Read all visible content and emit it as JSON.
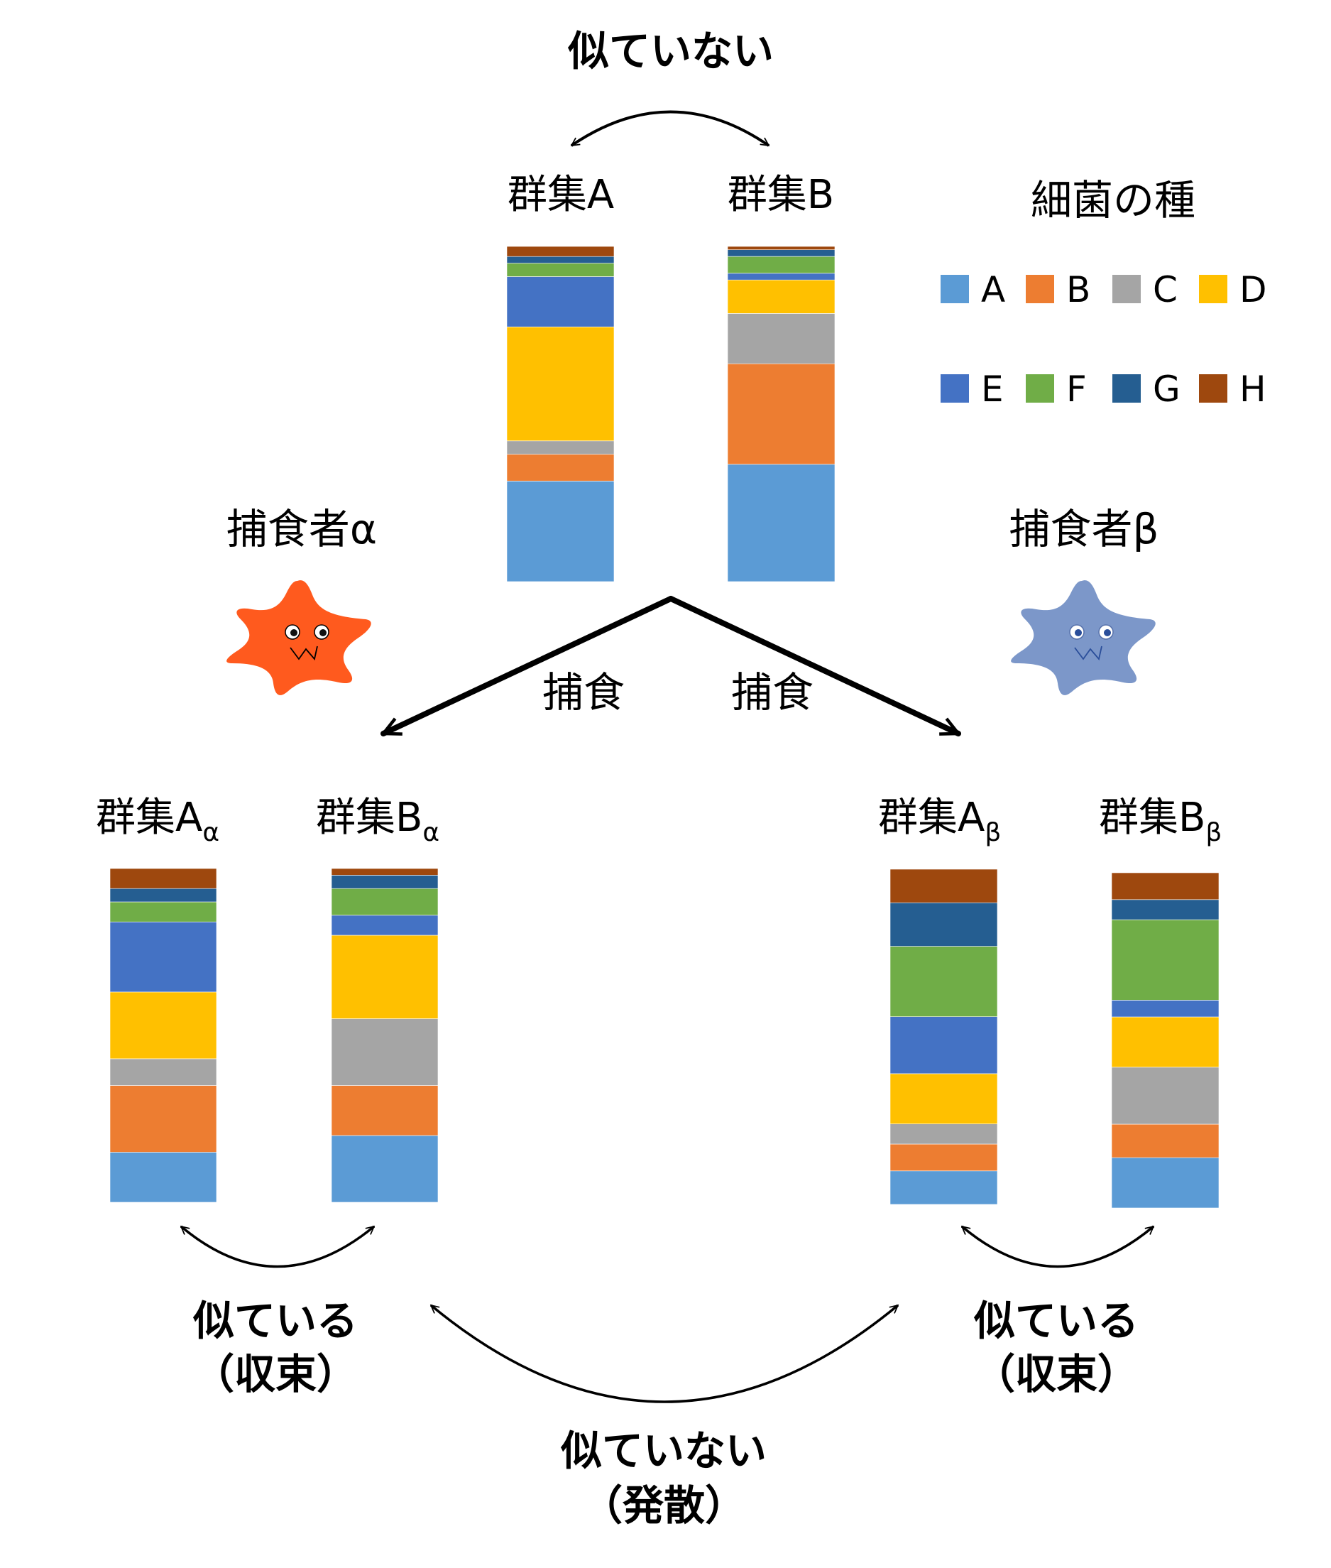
{
  "top": {
    "relation_label": "似ていない",
    "community_a_label": "群集A",
    "community_b_label": "群集B"
  },
  "legend": {
    "title": "細菌の種",
    "items": [
      {
        "label": "A",
        "color": "#5B9BD5"
      },
      {
        "label": "B",
        "color": "#ED7D31"
      },
      {
        "label": "C",
        "color": "#A5A5A5"
      },
      {
        "label": "D",
        "color": "#FFC000"
      },
      {
        "label": "E",
        "color": "#4472C4"
      },
      {
        "label": "F",
        "color": "#70AD47"
      },
      {
        "label": "G",
        "color": "#255E91"
      },
      {
        "label": "H",
        "color": "#9E480E"
      }
    ]
  },
  "predators": {
    "alpha": {
      "label": "捕食者α",
      "color": "#FF5A1E",
      "pupil": "#111111"
    },
    "beta": {
      "label": "捕食者β",
      "color": "#7C97C9",
      "pupil": "#2A4E9A"
    }
  },
  "predation_labels": {
    "left": "捕食",
    "right": "捕食"
  },
  "bottom": {
    "alpha_a_label": "群集A",
    "alpha_a_sub": "α",
    "alpha_b_label": "群集B",
    "alpha_b_sub": "α",
    "beta_a_label": "群集A",
    "beta_a_sub": "β",
    "beta_b_label": "群集B",
    "beta_b_sub": "β",
    "alpha_relation": "似ている",
    "alpha_relation_note": "（収束）",
    "beta_relation": "似ている",
    "beta_relation_note": "（収束）",
    "between_relation": "似ていない",
    "between_relation_note": "（発散）"
  },
  "chart_data": {
    "type": "bar",
    "stacked": true,
    "normalized": true,
    "title": "",
    "xlabel": "",
    "ylabel": "",
    "ylim": [
      0,
      100
    ],
    "units": "percent",
    "categories": [
      "群集A",
      "群集B",
      "群集Aα",
      "群集Bα",
      "群集Aβ",
      "群集Bβ"
    ],
    "series": [
      {
        "name": "A",
        "values": [
          30,
          35,
          15,
          20,
          10,
          15
        ]
      },
      {
        "name": "B",
        "values": [
          8,
          30,
          20,
          15,
          8,
          10
        ]
      },
      {
        "name": "C",
        "values": [
          4,
          15,
          8,
          20,
          6,
          17
        ]
      },
      {
        "name": "D",
        "values": [
          34,
          10,
          20,
          25,
          15,
          15
        ]
      },
      {
        "name": "E",
        "values": [
          15,
          2,
          21,
          6,
          17,
          5
        ]
      },
      {
        "name": "F",
        "values": [
          4,
          5,
          6,
          8,
          21,
          24
        ]
      },
      {
        "name": "G",
        "values": [
          2,
          2,
          4,
          4,
          13,
          6
        ]
      },
      {
        "name": "H",
        "values": [
          3,
          1,
          6,
          2,
          10,
          8
        ]
      }
    ],
    "legend": "right"
  }
}
